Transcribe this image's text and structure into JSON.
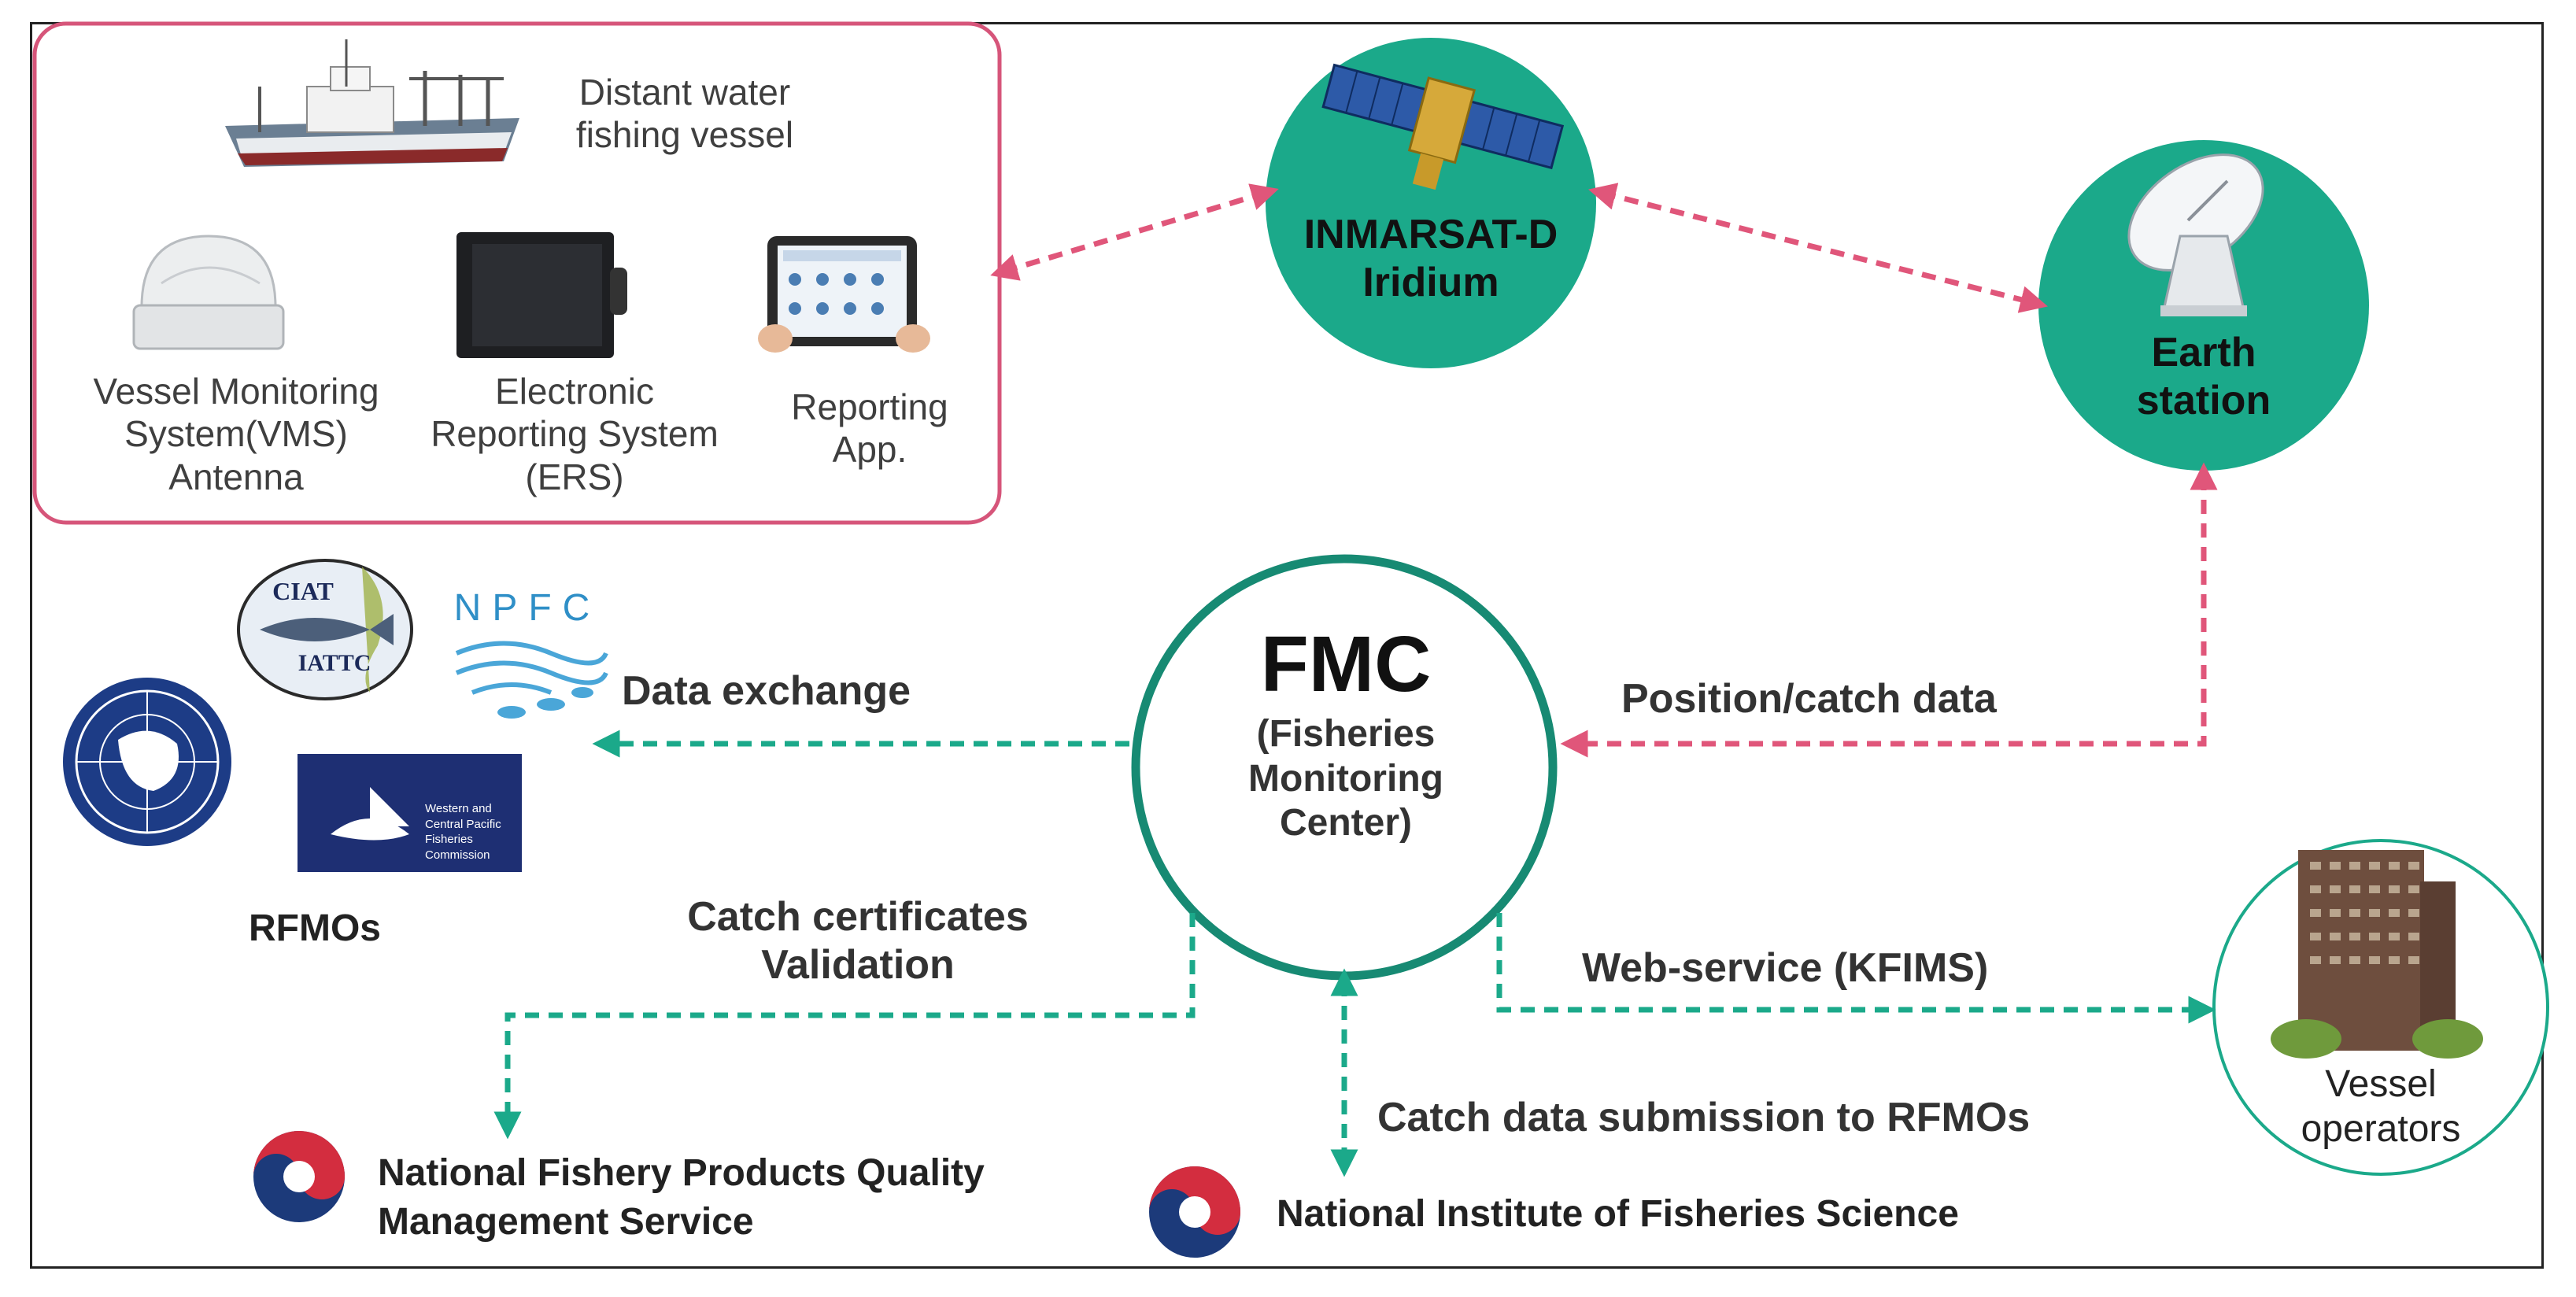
{
  "vessel_box": {
    "vessel_label": [
      "Distant water",
      "fishing vessel"
    ],
    "vms_label": [
      "Vessel Monitoring",
      "System(VMS)",
      "Antenna"
    ],
    "ers_label": [
      "Electronic",
      "Reporting System",
      "(ERS)"
    ],
    "app_label": [
      "Reporting",
      "App."
    ]
  },
  "satellite": {
    "label": [
      "INMARSAT-D",
      "Iridium"
    ]
  },
  "earth_station": {
    "label": [
      "Earth",
      "station"
    ]
  },
  "fmc": {
    "title": "FMC",
    "subtitle": [
      "(Fisheries",
      "Monitoring",
      "Center)"
    ]
  },
  "rfmos": {
    "label": "RFMOs",
    "logos": {
      "ciat_top": "CIAT",
      "ciat_bottom": "IATTC",
      "npfc": "NPFC",
      "wcpfc": [
        "Western and",
        "Central Pacific",
        "Fisheries",
        "Commission"
      ]
    }
  },
  "edges": {
    "data_exchange": "Data exchange",
    "position_catch": "Position/catch data",
    "catch_cert": [
      "Catch certificates",
      "Validation"
    ],
    "web_service": "Web-service (KFIMS)",
    "catch_submission": "Catch data submission to RFMOs"
  },
  "vessel_operators": {
    "label": [
      "Vessel",
      "operators"
    ]
  },
  "nfqs": {
    "label": [
      "National Fishery Products Quality",
      "Management Service"
    ]
  },
  "nifs": {
    "label": "National Institute of Fisheries Science"
  },
  "colors": {
    "teal": "#1ba98a",
    "pink": "#e0567a",
    "border_pink": "#d6557a",
    "navy": "#1c3a7a",
    "fmc_ring": "#178a73"
  }
}
